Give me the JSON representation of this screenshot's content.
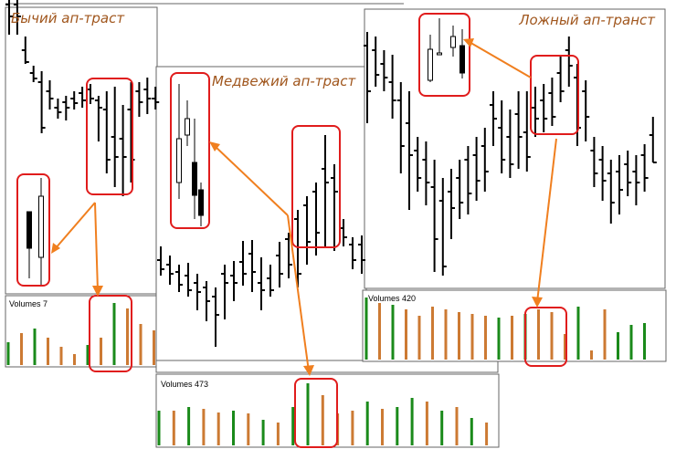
{
  "colors": {
    "accent_orange": "#f07f1f",
    "highlight_red": "#e01c1c",
    "volume_up": "#1a8a1a",
    "volume_down": "#cc7a33",
    "title_brown": "#a0561d",
    "bar": "#000000"
  },
  "chart_data": [
    {
      "type": "ohlc",
      "title": "Бычий ап-траст",
      "volume_label": "Volumes 7",
      "bars_main": [
        [
          0,
          0,
          38,
          5,
          18
        ],
        [
          1,
          0,
          38,
          5,
          18
        ],
        [
          2,
          40,
          70,
          55,
          68
        ],
        [
          3,
          72,
          90,
          80,
          86
        ],
        [
          4,
          78,
          146,
          90,
          140
        ],
        [
          5,
          88,
          120,
          100,
          108
        ],
        [
          6,
          108,
          130,
          118,
          123
        ],
        [
          7,
          105,
          132,
          112,
          118
        ],
        [
          8,
          100,
          120,
          108,
          113
        ],
        [
          9,
          95,
          118,
          102,
          110
        ],
        [
          10,
          92,
          114,
          98,
          108
        ],
        [
          11,
          105,
          155,
          110,
          118
        ],
        [
          12,
          100,
          190,
          120,
          175
        ],
        [
          13,
          95,
          205,
          150,
          172
        ],
        [
          14,
          115,
          215,
          152,
          172
        ],
        [
          15,
          90,
          200,
          120,
          175
        ],
        [
          16,
          90,
          128,
          100,
          112
        ],
        [
          17,
          85,
          125,
          98,
          108
        ],
        [
          18,
          95,
          120,
          108,
          112
        ]
      ],
      "inset_candles": [
        {
          "up": false,
          "o": 232,
          "c": 272,
          "h": 232,
          "l": 305
        },
        {
          "up": true,
          "o": 282,
          "c": 215,
          "h": 195,
          "l": 312
        }
      ],
      "volumes": [
        {
          "v": 25,
          "up": true
        },
        {
          "v": 35,
          "up": false
        },
        {
          "v": 40,
          "up": true
        },
        {
          "v": 30,
          "up": false
        },
        {
          "v": 20,
          "up": false
        },
        {
          "v": 12,
          "up": false
        },
        {
          "v": 22,
          "up": true
        },
        {
          "v": 30,
          "up": false
        },
        {
          "v": 68,
          "up": true
        },
        {
          "v": 62,
          "up": false
        },
        {
          "v": 45,
          "up": false
        },
        {
          "v": 38,
          "up": false
        }
      ]
    },
    {
      "type": "ohlc",
      "title": "Медвежий ап-траст",
      "volume_label": "Volumes 473",
      "bars_main": [
        [
          0,
          270,
          302,
          285,
          295
        ],
        [
          1,
          280,
          312,
          290,
          300
        ],
        [
          2,
          290,
          320,
          298,
          312
        ],
        [
          3,
          288,
          325,
          302,
          318
        ],
        [
          4,
          300,
          340,
          310,
          320
        ],
        [
          5,
          308,
          352,
          315,
          330
        ],
        [
          6,
          315,
          380,
          325,
          345
        ],
        [
          7,
          290,
          350,
          300,
          310
        ],
        [
          8,
          286,
          330,
          302,
          310
        ],
        [
          9,
          264,
          313,
          287,
          300
        ],
        [
          10,
          263,
          320,
          278,
          298
        ],
        [
          11,
          282,
          340,
          310,
          318
        ],
        [
          12,
          290,
          325,
          305,
          318
        ],
        [
          13,
          265,
          315,
          280,
          300
        ],
        [
          14,
          255,
          305,
          262,
          290
        ],
        [
          15,
          230,
          315,
          240,
          300
        ],
        [
          16,
          215,
          290,
          225,
          265
        ],
        [
          17,
          200,
          280,
          210,
          255
        ],
        [
          18,
          148,
          270,
          185,
          200
        ],
        [
          19,
          180,
          275,
          195,
          210
        ],
        [
          20,
          240,
          270,
          250,
          260
        ],
        [
          21,
          260,
          295,
          268,
          285
        ],
        [
          22,
          258,
          300,
          268,
          285
        ]
      ],
      "inset_candles": [
        {
          "up": true,
          "o": 200,
          "c": 152,
          "h": 92,
          "l": 218
        },
        {
          "up": true,
          "o": 148,
          "c": 130,
          "h": 110,
          "l": 160
        },
        {
          "up": false,
          "o": 178,
          "c": 214,
          "h": 130,
          "l": 240
        },
        {
          "up": false,
          "o": 208,
          "c": 236,
          "h": 200,
          "l": 248
        }
      ],
      "volumes": [
        {
          "v": 38,
          "up": true
        },
        {
          "v": 38,
          "up": false
        },
        {
          "v": 42,
          "up": true
        },
        {
          "v": 40,
          "up": false
        },
        {
          "v": 36,
          "up": false
        },
        {
          "v": 38,
          "up": true
        },
        {
          "v": 35,
          "up": false
        },
        {
          "v": 28,
          "up": true
        },
        {
          "v": 25,
          "up": false
        },
        {
          "v": 42,
          "up": true
        },
        {
          "v": 68,
          "up": true
        },
        {
          "v": 55,
          "up": false
        },
        {
          "v": 35,
          "up": false
        },
        {
          "v": 38,
          "up": false
        },
        {
          "v": 48,
          "up": true
        },
        {
          "v": 40,
          "up": false
        },
        {
          "v": 42,
          "up": true
        },
        {
          "v": 52,
          "up": true
        },
        {
          "v": 48,
          "up": false
        },
        {
          "v": 38,
          "up": true
        },
        {
          "v": 42,
          "up": false
        },
        {
          "v": 30,
          "up": true
        },
        {
          "v": 25,
          "up": false
        }
      ]
    },
    {
      "type": "ohlc",
      "title": "Ложный ап-транст",
      "volume_label": "Volumes 420",
      "bars_main": [
        [
          0,
          35,
          135,
          50,
          100
        ],
        [
          1,
          40,
          95,
          55,
          82
        ],
        [
          2,
          55,
          100,
          70,
          85
        ],
        [
          3,
          60,
          130,
          90,
          110
        ],
        [
          4,
          90,
          190,
          110,
          160
        ],
        [
          5,
          100,
          230,
          135,
          170
        ],
        [
          6,
          150,
          210,
          165,
          195
        ],
        [
          7,
          155,
          225,
          175,
          200
        ],
        [
          8,
          175,
          298,
          205,
          262
        ],
        [
          9,
          195,
          302,
          220,
          292
        ],
        [
          10,
          185,
          262,
          210,
          228
        ],
        [
          11,
          175,
          240,
          195,
          222
        ],
        [
          12,
          160,
          235,
          175,
          212
        ],
        [
          13,
          150,
          220,
          170,
          198
        ],
        [
          14,
          140,
          210,
          160,
          188
        ],
        [
          15,
          100,
          160,
          115,
          130
        ],
        [
          16,
          110,
          190,
          140,
          175
        ],
        [
          17,
          120,
          195,
          150,
          180
        ],
        [
          18,
          100,
          185,
          125,
          150
        ],
        [
          19,
          100,
          188,
          145,
          172
        ],
        [
          20,
          95,
          150,
          118,
          130
        ],
        [
          21,
          92,
          145,
          110,
          130
        ],
        [
          22,
          85,
          138,
          102,
          128
        ],
        [
          23,
          60,
          112,
          80,
          100
        ],
        [
          24,
          40,
          95,
          55,
          72
        ],
        [
          25,
          70,
          160,
          85,
          140
        ],
        [
          26,
          88,
          155,
          100,
          128
        ],
        [
          27,
          150,
          205,
          165,
          190
        ],
        [
          28,
          160,
          220,
          175,
          198
        ],
        [
          29,
          175,
          245,
          190,
          222
        ],
        [
          30,
          170,
          235,
          188,
          208
        ],
        [
          31,
          165,
          215,
          180,
          200
        ],
        [
          32,
          170,
          225,
          188,
          200
        ],
        [
          33,
          158,
          210,
          170,
          195
        ],
        [
          34,
          128,
          178,
          148,
          178
        ]
      ],
      "inset_candles": [
        {
          "up": true,
          "o": 88,
          "c": 54,
          "h": 38,
          "l": 90
        },
        {
          "up": true,
          "o": 58,
          "c": 58,
          "h": 20,
          "l": 60
        },
        {
          "up": true,
          "o": 52,
          "c": 40,
          "h": 28,
          "l": 62
        },
        {
          "up": false,
          "o": 50,
          "c": 80,
          "h": 32,
          "l": 86
        }
      ],
      "volumes": [
        {
          "v": 68,
          "up": true
        },
        {
          "v": 62,
          "up": false
        },
        {
          "v": 60,
          "up": true
        },
        {
          "v": 55,
          "up": false
        },
        {
          "v": 48,
          "up": false
        },
        {
          "v": 58,
          "up": false
        },
        {
          "v": 55,
          "up": false
        },
        {
          "v": 52,
          "up": false
        },
        {
          "v": 50,
          "up": false
        },
        {
          "v": 48,
          "up": false
        },
        {
          "v": 46,
          "up": true
        },
        {
          "v": 48,
          "up": false
        },
        {
          "v": 50,
          "up": true
        },
        {
          "v": 55,
          "up": false
        },
        {
          "v": 52,
          "up": false
        },
        {
          "v": 28,
          "up": false
        },
        {
          "v": 58,
          "up": true
        },
        {
          "v": 10,
          "up": false
        },
        {
          "v": 55,
          "up": false
        },
        {
          "v": 30,
          "up": true
        },
        {
          "v": 38,
          "up": true
        },
        {
          "v": 40,
          "up": true
        }
      ]
    }
  ]
}
